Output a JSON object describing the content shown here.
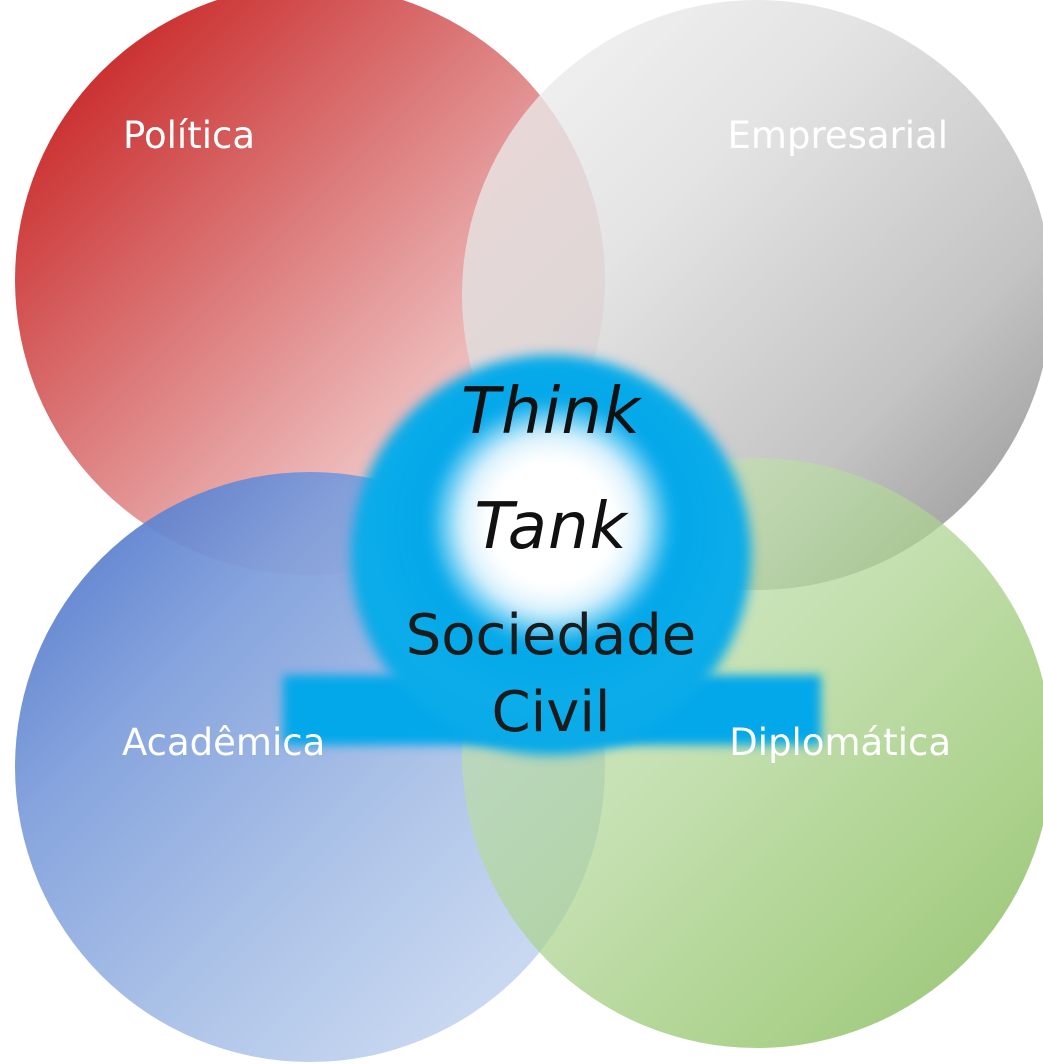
{
  "diagram": {
    "circles": [
      {
        "label": "Política",
        "color_start": "#c00000",
        "color_end": "#fbe9e9"
      },
      {
        "label": "Empresarial",
        "color_start": "#f4f4f4",
        "color_end": "#6e6e6e"
      },
      {
        "label": "Acadêmica",
        "color_start": "#4169c4",
        "color_end": "#d7e3f6"
      },
      {
        "label": "Diplomática",
        "color_start": "#d6ead0",
        "color_end": "#6aaa3a"
      }
    ],
    "center": {
      "line1": "Think",
      "line2": "Tank",
      "line3": "Sociedade",
      "line4": "Civil",
      "accent_color": "#03a8ea"
    }
  }
}
